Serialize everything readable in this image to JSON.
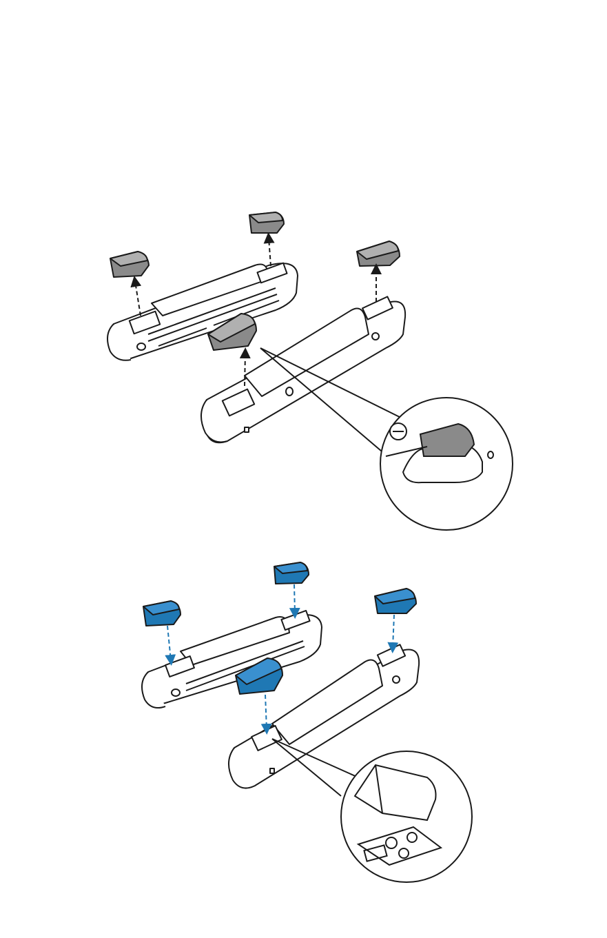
{
  "figure": {
    "panels": [
      {
        "id": "removal",
        "pad_count": 4,
        "pad_color": "#8a8a8a",
        "arrow_style": "dashed-black",
        "detail_callout": "pry-with-flat-screwdriver"
      },
      {
        "id": "install",
        "pad_count": 4,
        "pad_color": "#1f78b4",
        "arrow_style": "dashed-blue",
        "detail_callout": "pad-socket-closeup"
      }
    ],
    "icons": {
      "removal_tool": "flat-screwdriver-icon",
      "base_label": "number-1-mark"
    },
    "colors": {
      "line": "#1a1a1a",
      "pad_removed": "#8a8a8a",
      "pad_removed_top": "#b0b0b0",
      "pad_installed": "#1f78b4",
      "pad_installed_top": "#3a90cf",
      "arrow_install": "#1f78b4"
    }
  }
}
